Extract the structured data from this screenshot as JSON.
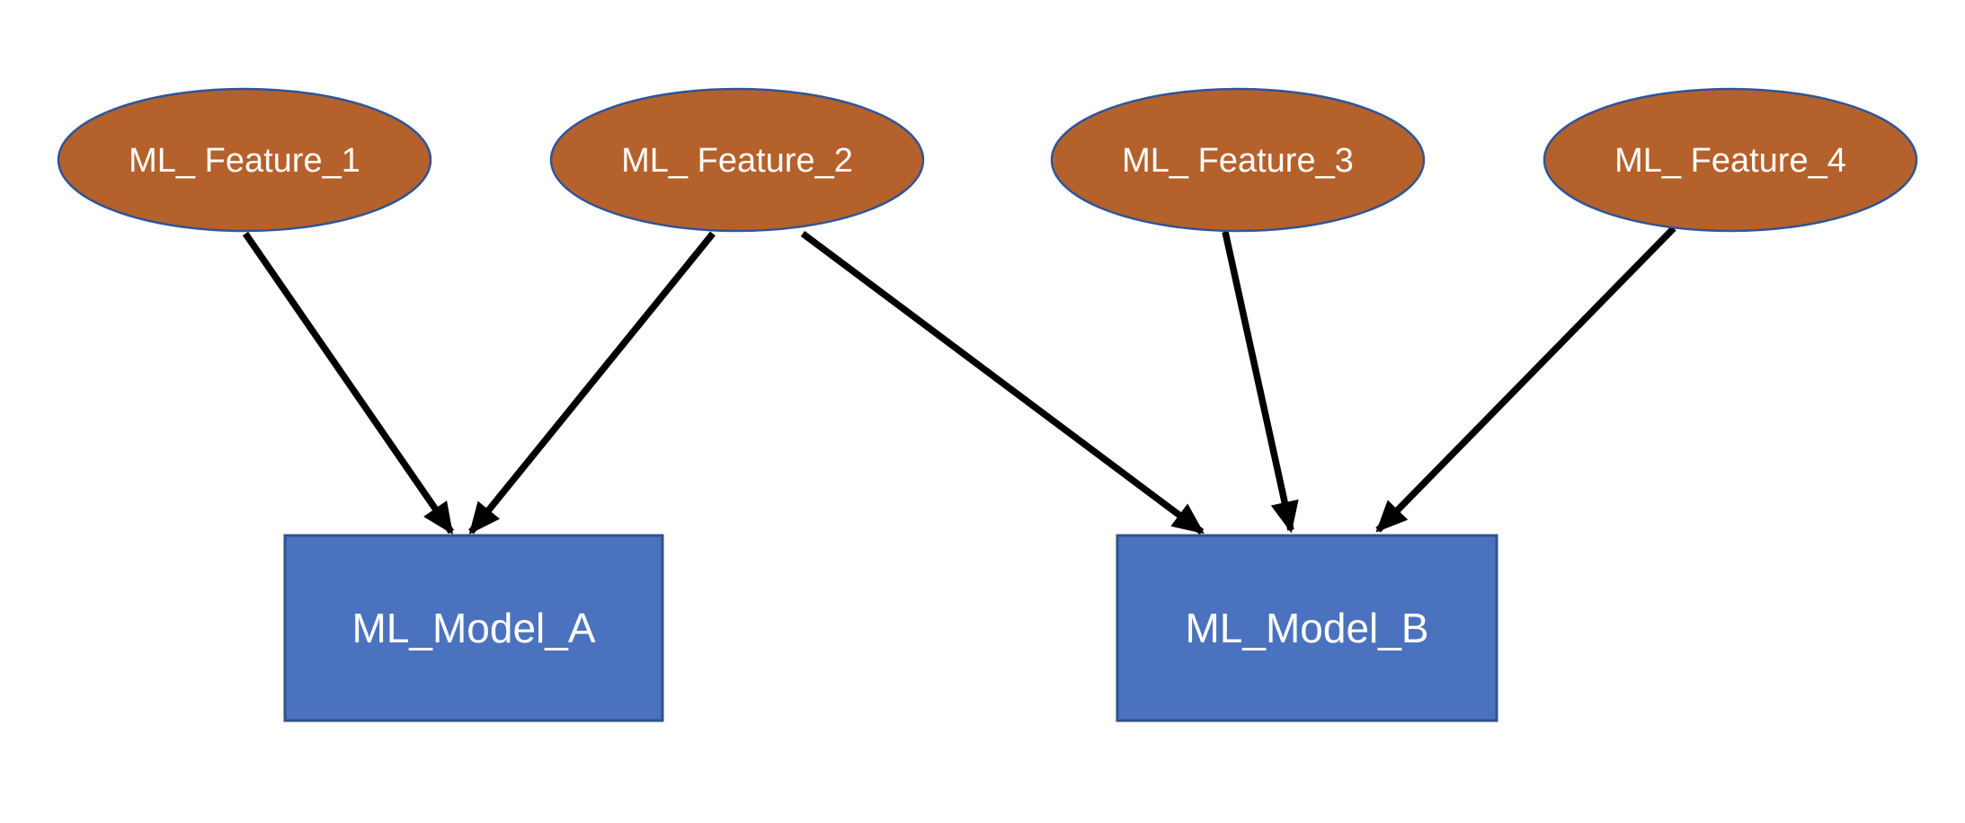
{
  "diagram_title": "",
  "colors": {
    "background": "#FFFFFF",
    "feature_fill": "#B5612B",
    "feature_stroke": "#2F5597",
    "model_fill": "#4B72BE",
    "model_stroke": "#2F528F",
    "arrow": "#000000",
    "label_text": "#FFFFFF"
  },
  "nodes": {
    "features": [
      {
        "id": "feature-1",
        "shape": "ellipse",
        "label": "ML_ Feature_1"
      },
      {
        "id": "feature-2",
        "shape": "ellipse",
        "label": "ML_ Feature_2"
      },
      {
        "id": "feature-3",
        "shape": "ellipse",
        "label": "ML_ Feature_3"
      },
      {
        "id": "feature-4",
        "shape": "ellipse",
        "label": "ML_ Feature_4"
      }
    ],
    "models": [
      {
        "id": "model-a",
        "shape": "rectangle",
        "label": "ML_Model_A"
      },
      {
        "id": "model-b",
        "shape": "rectangle",
        "label": "ML_Model_B"
      }
    ]
  },
  "edges": [
    {
      "from": "feature-1",
      "to": "model-a"
    },
    {
      "from": "feature-2",
      "to": "model-a"
    },
    {
      "from": "feature-2",
      "to": "model-b"
    },
    {
      "from": "feature-3",
      "to": "model-b"
    },
    {
      "from": "feature-4",
      "to": "model-b"
    }
  ]
}
